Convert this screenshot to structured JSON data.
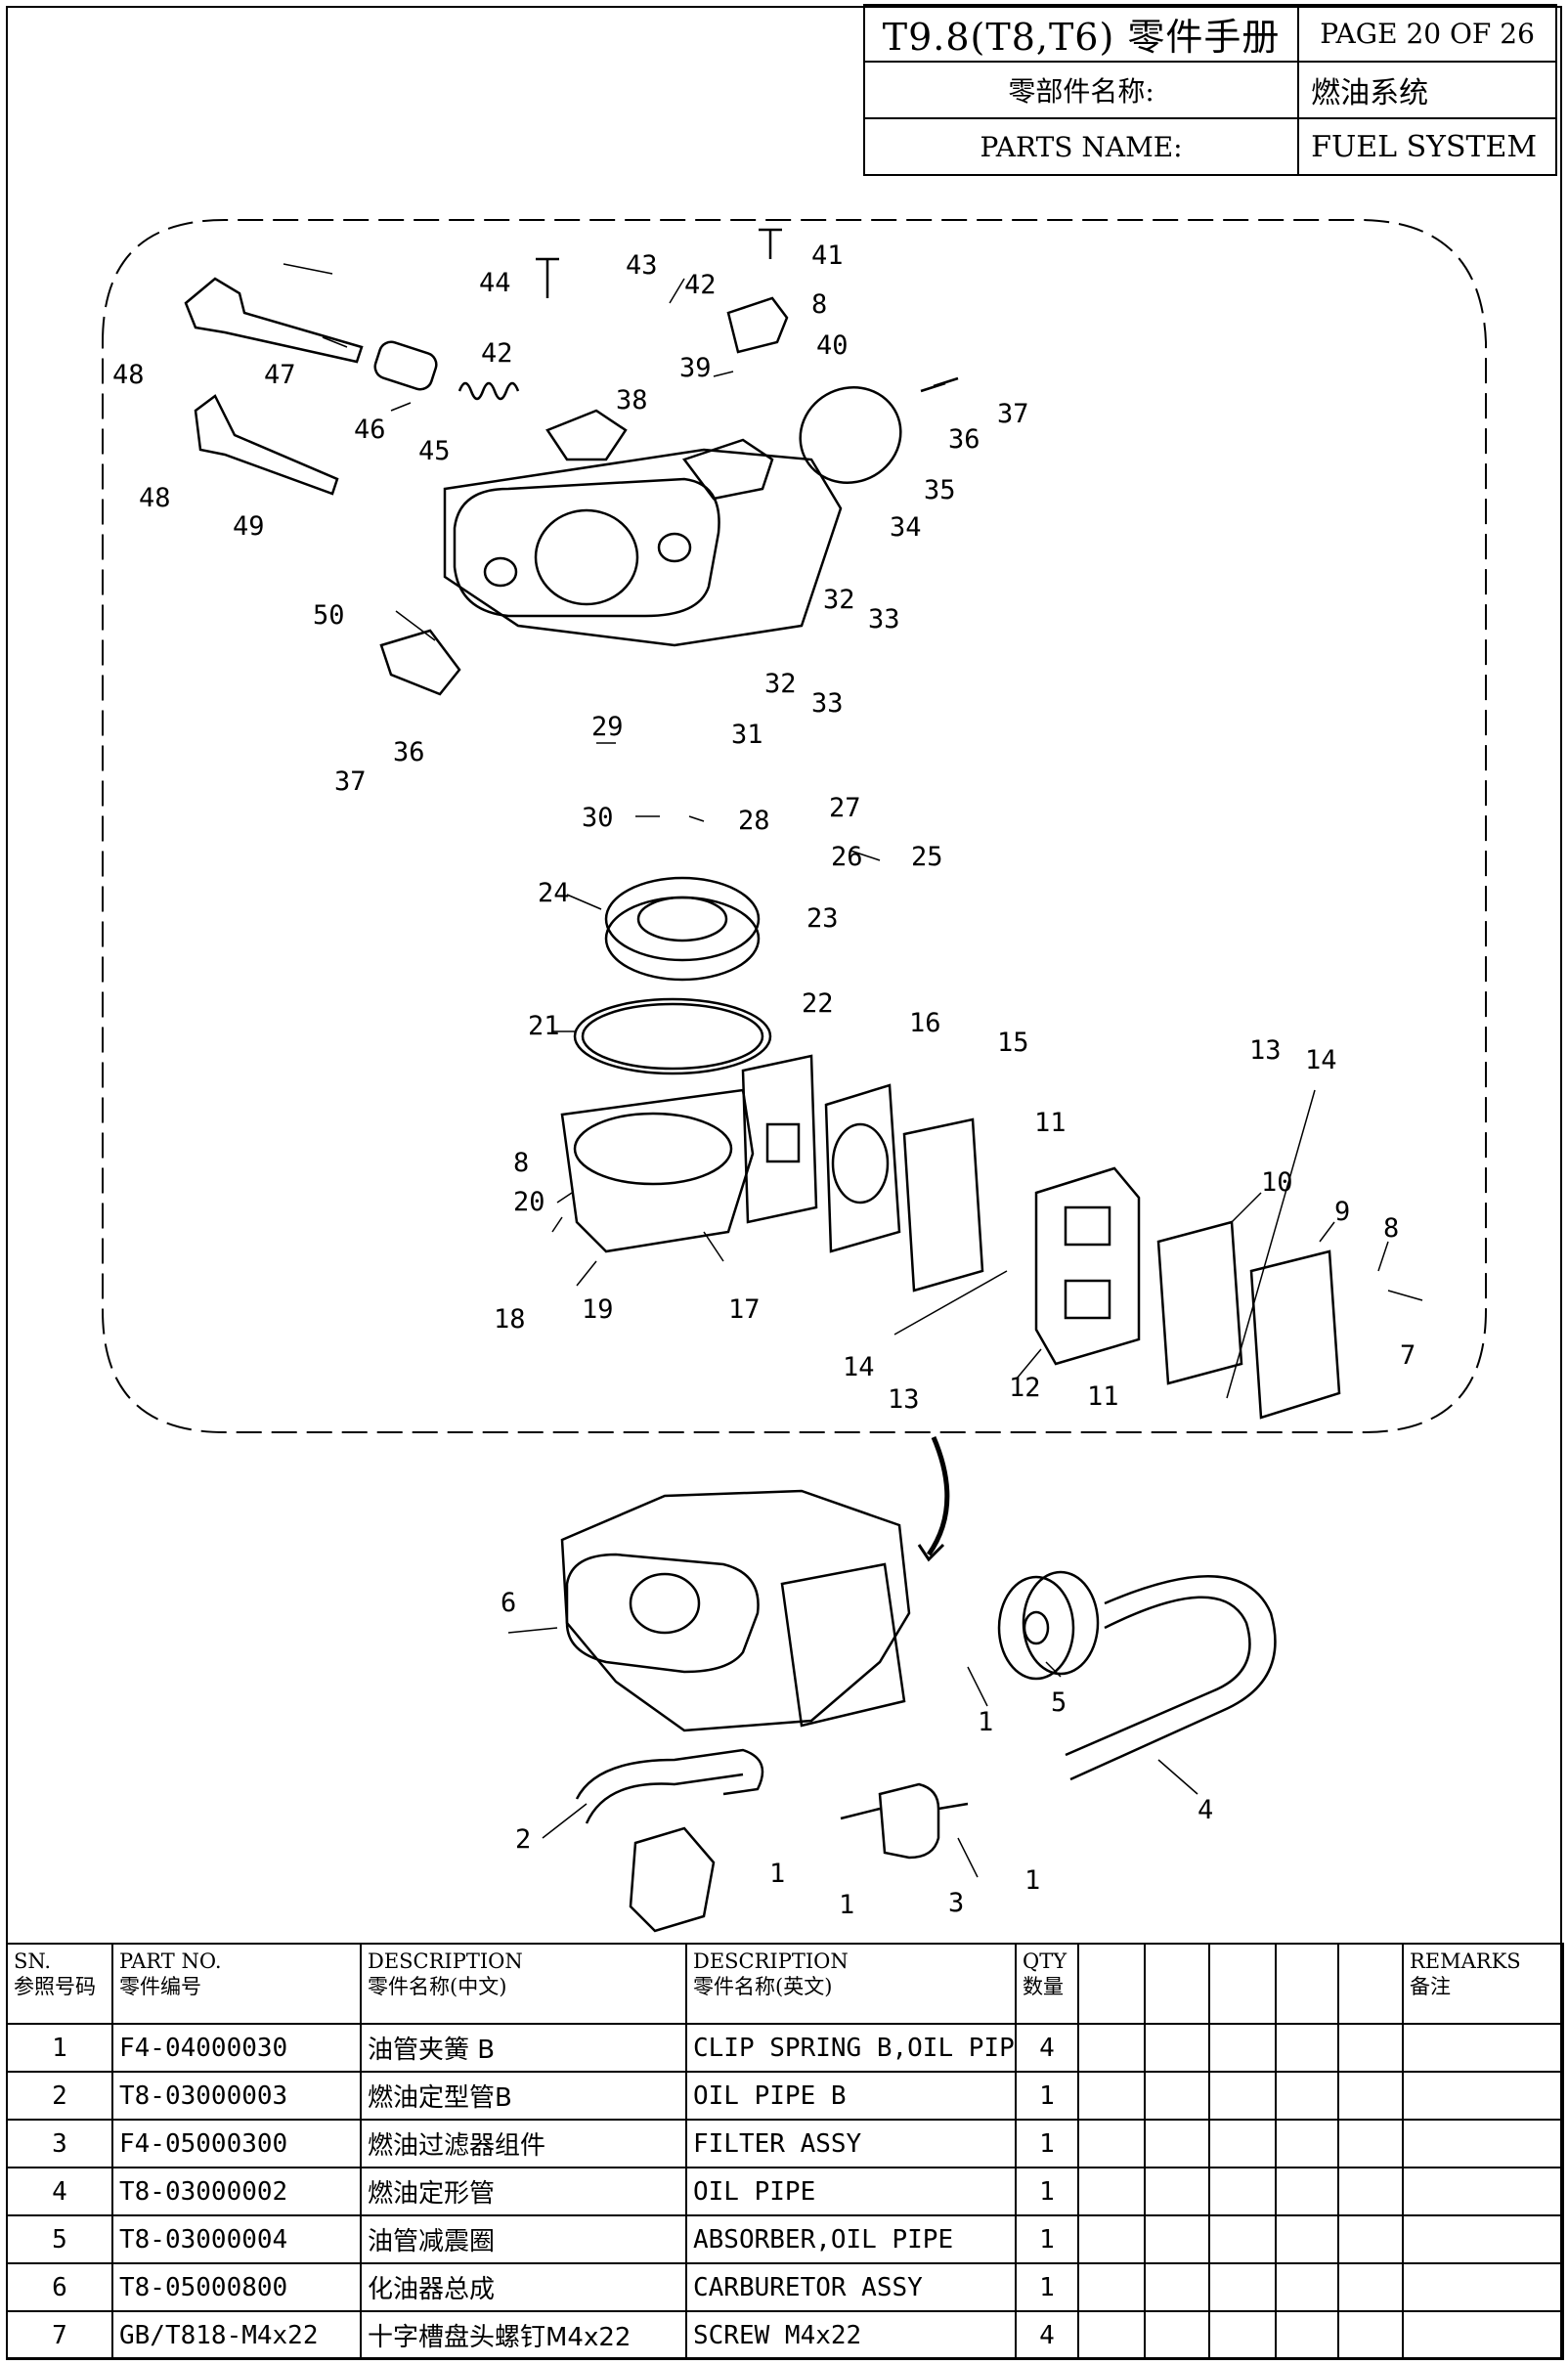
{
  "header": {
    "manual_title": "T9.8(T8,T6) 零件手册",
    "page_label": "PAGE 20 OF 26",
    "parts_name_cn_label": "零部件名称:",
    "parts_name_cn": "燃油系统",
    "parts_name_en_label": "PARTS NAME:",
    "parts_name_en": "FUEL SYSTEM"
  },
  "callouts": [
    "1",
    "2",
    "3",
    "4",
    "5",
    "6",
    "7",
    "8",
    "9",
    "10",
    "11",
    "12",
    "13",
    "14",
    "15",
    "16",
    "17",
    "18",
    "19",
    "20",
    "21",
    "22",
    "23",
    "24",
    "25",
    "26",
    "27",
    "28",
    "29",
    "30",
    "31",
    "32",
    "33",
    "34",
    "35",
    "36",
    "37",
    "38",
    "39",
    "40",
    "41",
    "42",
    "43",
    "44",
    "45",
    "46",
    "47",
    "48",
    "49",
    "50"
  ],
  "table": {
    "columns": [
      {
        "en": "SN.",
        "cn": "参照号码"
      },
      {
        "en": "PART NO.",
        "cn": "零件编号"
      },
      {
        "en": "DESCRIPTION",
        "cn": "零件名称(中文)"
      },
      {
        "en": "DESCRIPTION",
        "cn": "零件名称(英文)"
      },
      {
        "en": "QTY",
        "cn": "数量"
      },
      {
        "en": "REMARKS",
        "cn": "备注"
      }
    ],
    "rows": [
      {
        "sn": "1",
        "part_no": "F4-04000030",
        "desc_cn": "油管夹簧 B",
        "desc_en": "CLIP SPRING B,OIL PIPE",
        "qty": "4"
      },
      {
        "sn": "2",
        "part_no": "T8-03000003",
        "desc_cn": "燃油定型管B",
        "desc_en": "OIL PIPE B",
        "qty": "1"
      },
      {
        "sn": "3",
        "part_no": "F4-05000300",
        "desc_cn": "燃油过滤器组件",
        "desc_en": "FILTER ASSY",
        "qty": "1"
      },
      {
        "sn": "4",
        "part_no": "T8-03000002",
        "desc_cn": "燃油定形管",
        "desc_en": "OIL PIPE",
        "qty": "1"
      },
      {
        "sn": "5",
        "part_no": "T8-03000004",
        "desc_cn": "油管减震圈",
        "desc_en": "ABSORBER,OIL PIPE",
        "qty": "1"
      },
      {
        "sn": "6",
        "part_no": "T8-05000800",
        "desc_cn": "化油器总成",
        "desc_en": "CARBURETOR ASSY",
        "qty": "1"
      },
      {
        "sn": "7",
        "part_no": "GB/T818-M4x22",
        "desc_cn": "十字槽盘头螺钉M4x22",
        "desc_en": "SCREW M4x22",
        "qty": "4"
      }
    ]
  }
}
